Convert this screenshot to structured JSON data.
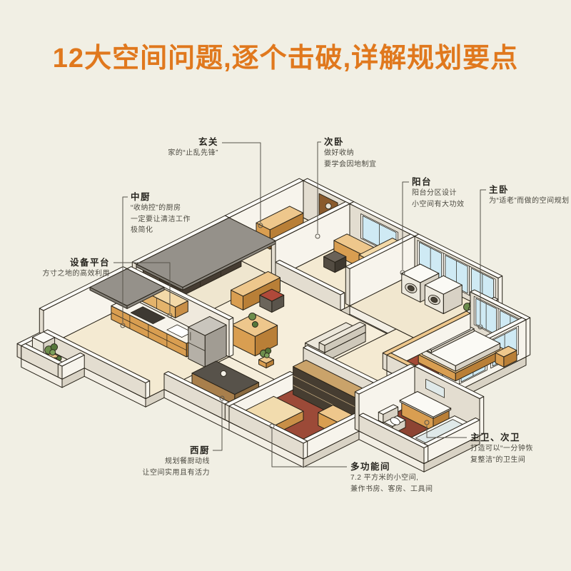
{
  "title": {
    "text": "12大空间问题,逐个击破,详解规划要点",
    "color": "#e0781d"
  },
  "illustration": {
    "type": "isometric-apartment-floorplan"
  },
  "labels": [
    {
      "id": "xuanguan",
      "name": "玄关",
      "desc": [
        "家的“止乱先锋”"
      ]
    },
    {
      "id": "ciwo",
      "name": "次卧",
      "desc": [
        "做好收纳",
        "要学会因地制宜"
      ]
    },
    {
      "id": "yangtai",
      "name": "阳台",
      "desc": [
        "阳台分区设计",
        "小空间有大功效"
      ]
    },
    {
      "id": "zhuwo",
      "name": "主卧",
      "desc": [
        "为“适老”而做的空间规划"
      ]
    },
    {
      "id": "zhongchu",
      "name": "中厨",
      "desc": [
        "“收纳控”的厨房",
        "一定要让清洁工作",
        "极简化"
      ]
    },
    {
      "id": "shebei",
      "name": "设备平台",
      "desc": [
        "方寸之地的高效利用"
      ]
    },
    {
      "id": "xichu",
      "name": "西厨",
      "desc": [
        "规划餐厨动线",
        "让空间实用且有活力"
      ]
    },
    {
      "id": "duogongneng",
      "name": "多功能间",
      "desc": [
        "7.2 平方米的小空间,",
        "兼作书房、客房、工具间"
      ]
    },
    {
      "id": "zhuwei",
      "name": "主卫、次卫",
      "desc": [
        "打造可以“一分钟恢",
        "复整洁”的卫生间"
      ]
    }
  ],
  "colors": {
    "background": "#f1efe4",
    "title_orange": "#e0781d",
    "ink_outline": "#272218",
    "leader_line": "#57544b",
    "wall_light": "#f7f4ec",
    "wall_shade": "#e3ddd0",
    "floor_cream": "#f4ead2",
    "floor_red": "#a34a36",
    "floor_brick": "#8d4433",
    "wood_light": "#eec78c",
    "wood_mid": "#d99e51",
    "wood_dark": "#b97f37",
    "wardrobe_dark": "#3f3930",
    "window_blue": "#cfeaf4",
    "roof_gray": "#95918a",
    "plant_green": "#6d8d4c"
  }
}
